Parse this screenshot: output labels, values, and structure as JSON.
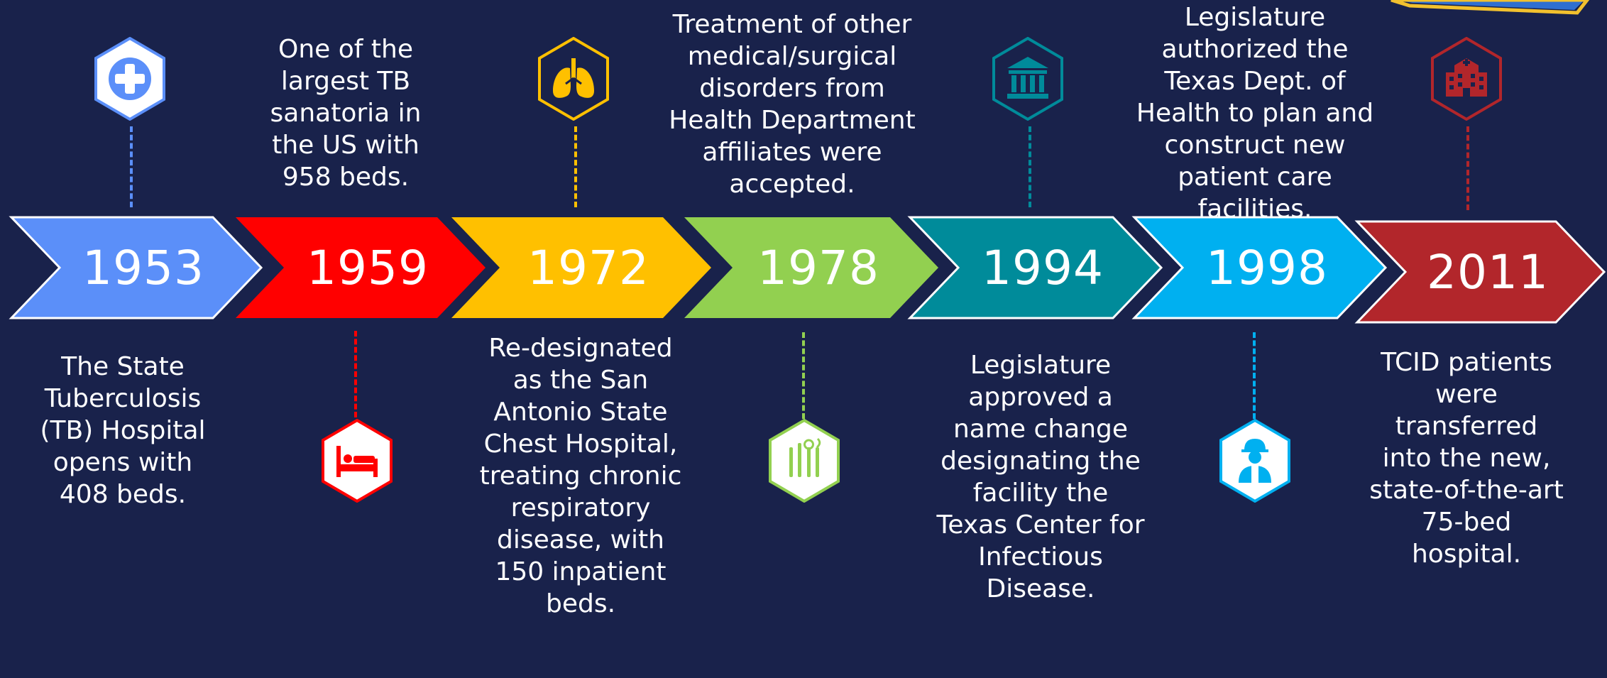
{
  "colors": {
    "background": "#19224b",
    "blue": "#5b8ff9",
    "red": "#ff0000",
    "yellow": "#ffc000",
    "green": "#92d050",
    "teal": "#008b9a",
    "sky": "#00b0f0",
    "maroon": "#b2262b",
    "banner_gold": "#f2c12e",
    "banner_blue": "#2f6fd0"
  },
  "timeline": [
    {
      "year": "1953",
      "color": "#5b8ff9",
      "icon": "medical-cross-icon",
      "description": "The State Tuberculosis (TB) Hospital opens with 408 beds."
    },
    {
      "year": "1959",
      "color": "#ff0000",
      "icon": "hospital-bed-icon",
      "description": "One of the largest TB sanatoria in the US with 958 beds."
    },
    {
      "year": "1972",
      "color": "#ffc000",
      "icon": "lungs-icon",
      "description": "Re-designated as the San Antonio State Chest Hospital, treating chronic respiratory disease, with 150 inpatient beds."
    },
    {
      "year": "1978",
      "color": "#92d050",
      "icon": "dental-tools-icon",
      "description": "Treatment of other medical/surgical disorders from Health Department affiliates were accepted."
    },
    {
      "year": "1994",
      "color": "#008b9a",
      "icon": "government-building-icon",
      "description": "Legislature approved a name change designating the facility the Texas Center for Infectious Disease."
    },
    {
      "year": "1998",
      "color": "#00b0f0",
      "icon": "construction-worker-icon",
      "description": "Legislature authorized the Texas Dept. of Health to plan and construct new patient care facilities."
    },
    {
      "year": "2011",
      "color": "#b2262b",
      "icon": "hospital-building-icon",
      "description": "TCID patients were transferred into the new, state-of-the-art 75-bed hospital."
    }
  ]
}
